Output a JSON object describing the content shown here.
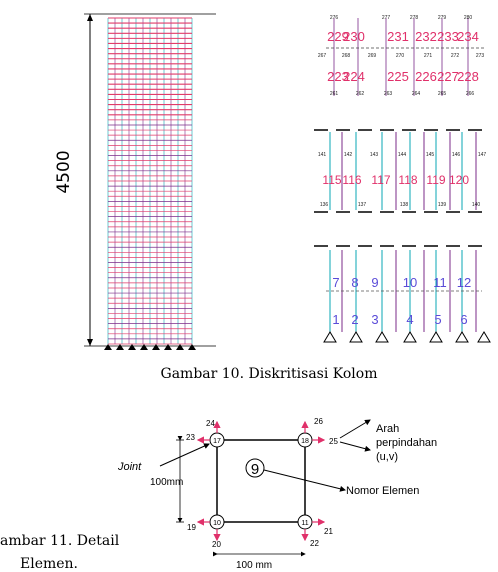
{
  "fig10": {
    "dimension": "4500",
    "top_panel": {
      "elements_row1": [
        "229",
        "230",
        "231",
        "232",
        "233",
        "234"
      ],
      "elements_row2": [
        "223",
        "224",
        "225",
        "226",
        "227",
        "228"
      ],
      "nodes_top": [
        "276",
        "277",
        "278",
        "279",
        "280"
      ],
      "nodes_mid": [
        "267",
        "268",
        "269",
        "270",
        "271",
        "272",
        "273"
      ],
      "nodes_bottom": [
        "261",
        "262",
        "263",
        "264",
        "265",
        "266"
      ]
    },
    "mid_panel": {
      "elements": [
        "115",
        "116",
        "117",
        "118",
        "119",
        "120"
      ],
      "nodes_top": [
        "141",
        "142",
        "143",
        "144",
        "145",
        "146",
        "147"
      ],
      "nodes_bottom": [
        "136",
        "137",
        "138",
        "139",
        "140"
      ]
    },
    "bottom_panel": {
      "elements_row1": [
        "7",
        "8",
        "9",
        "10",
        "11",
        "12"
      ],
      "elements_row2": [
        "1",
        "2",
        "3",
        "4",
        "5",
        "6"
      ]
    },
    "caption": "Gambar 10. Diskritisasi Kolom"
  },
  "fig11": {
    "joint_label": "Joint",
    "joints": {
      "tl": "17",
      "tr": "18",
      "bl": "10",
      "br": "11"
    },
    "dofs": {
      "tl_up": "24",
      "tl_left": "23",
      "tr_up": "26",
      "tr_right": "25",
      "bl_left": "19",
      "bl_down": "20",
      "br_down": "22",
      "br_right": "21"
    },
    "element_number": "9",
    "dim_vertical": "100mm",
    "dim_horizontal": "100  mm",
    "arah_line1": "Arah",
    "arah_line2": "perpindahan",
    "arah_line3": "(u,v)",
    "nomor_label": "Nomor Elemen",
    "caption_line1": "ambar 11. Detail",
    "caption_line2": "Elemen."
  }
}
